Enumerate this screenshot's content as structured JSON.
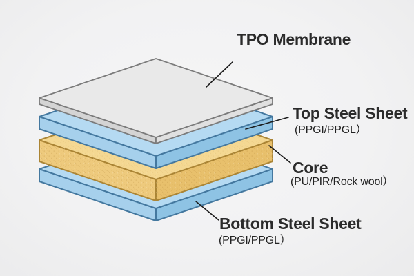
{
  "figure": {
    "title": "Sandwich panel layer diagram",
    "background_color": "#f2f2f3",
    "text_color": "#2b2b2b",
    "leader_line_color": "#1c1c1c",
    "labels": {
      "tpo": {
        "title": "TPO Membrane"
      },
      "top_steel": {
        "title": "Top Steel Sheet",
        "subtitle": "(PPGI/PPGL）"
      },
      "core": {
        "title": "Core",
        "subtitle": "(PU/PIR/Rock wool）"
      },
      "bottom_steel": {
        "title": "Bottom Steel Sheet",
        "subtitle": "(PPGI/PPGL）"
      }
    },
    "layers": [
      {
        "name": "tpo-membrane",
        "material": "TPO Membrane",
        "colors": {
          "top": "#e9e9e9",
          "left": "#d4d4d4",
          "right": "#e0e0e0",
          "stroke": "#7b7b7b"
        }
      },
      {
        "name": "top-steel-sheet",
        "material": "Top Steel Sheet (PPGI/PPGL)",
        "colors": {
          "top": "#b5daf2",
          "left": "#a6d0ec",
          "right": "#8ec3e4",
          "stroke": "#44789f"
        }
      },
      {
        "name": "core",
        "material": "Core (PU/PIR/Rock wool)",
        "colors": {
          "top": "#f4d892",
          "left": "#eeca7d",
          "right": "#e8c06c",
          "stroke": "#ab8535",
          "grain": "#a87a2c"
        }
      },
      {
        "name": "bottom-steel-sheet",
        "material": "Bottom Steel Sheet (PPGI/PPGL)",
        "colors": {
          "top": "#b5daf2",
          "left": "#a6d0ec",
          "right": "#8ec3e4",
          "stroke": "#44789f"
        }
      }
    ]
  }
}
